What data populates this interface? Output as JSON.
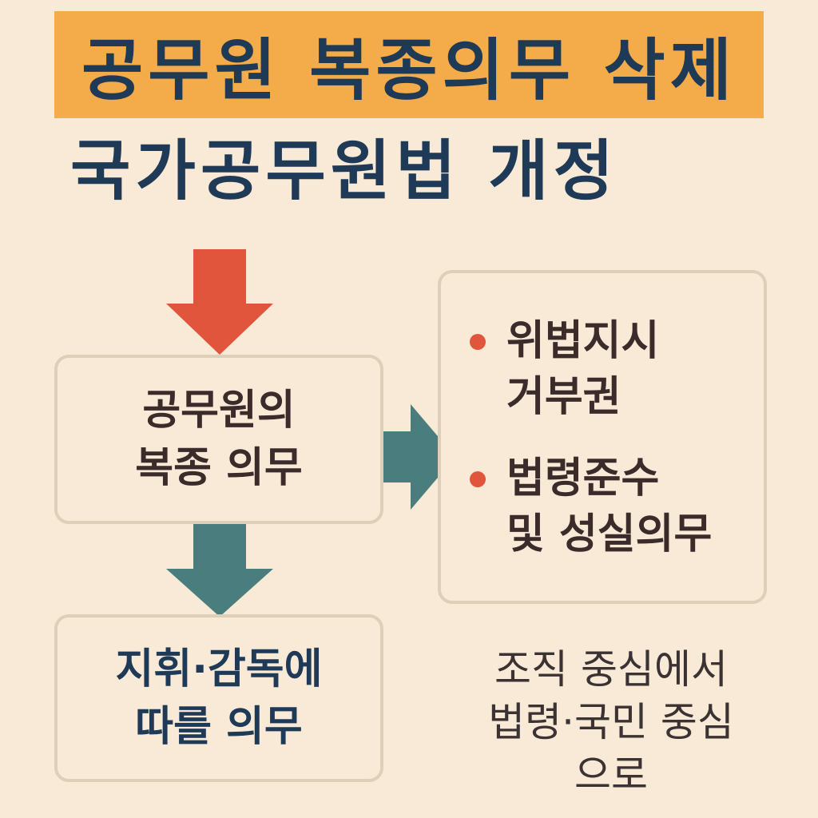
{
  "header": {
    "title": "공무원 복종의무 삭제",
    "subtitle": "국가공무원법 개정"
  },
  "boxes": {
    "duty": [
      "공무원의",
      "복종 의무"
    ],
    "command": [
      "지휘·감독에",
      "따를 의무"
    ],
    "rights": [
      [
        "위법지시",
        "거부권"
      ],
      [
        "법령준수",
        "및 성실의무"
      ]
    ]
  },
  "note": [
    "조직 중심에서",
    "법령·국민 중심",
    "으로"
  ],
  "colors": {
    "background": "#f8ead6",
    "banner": "#f4ab49",
    "title_text": "#1f3a57",
    "arrow_red": "#e0553b",
    "arrow_teal": "#4a7d7d",
    "bullet": "#e0553b",
    "box_border": "#ddd0b8"
  }
}
